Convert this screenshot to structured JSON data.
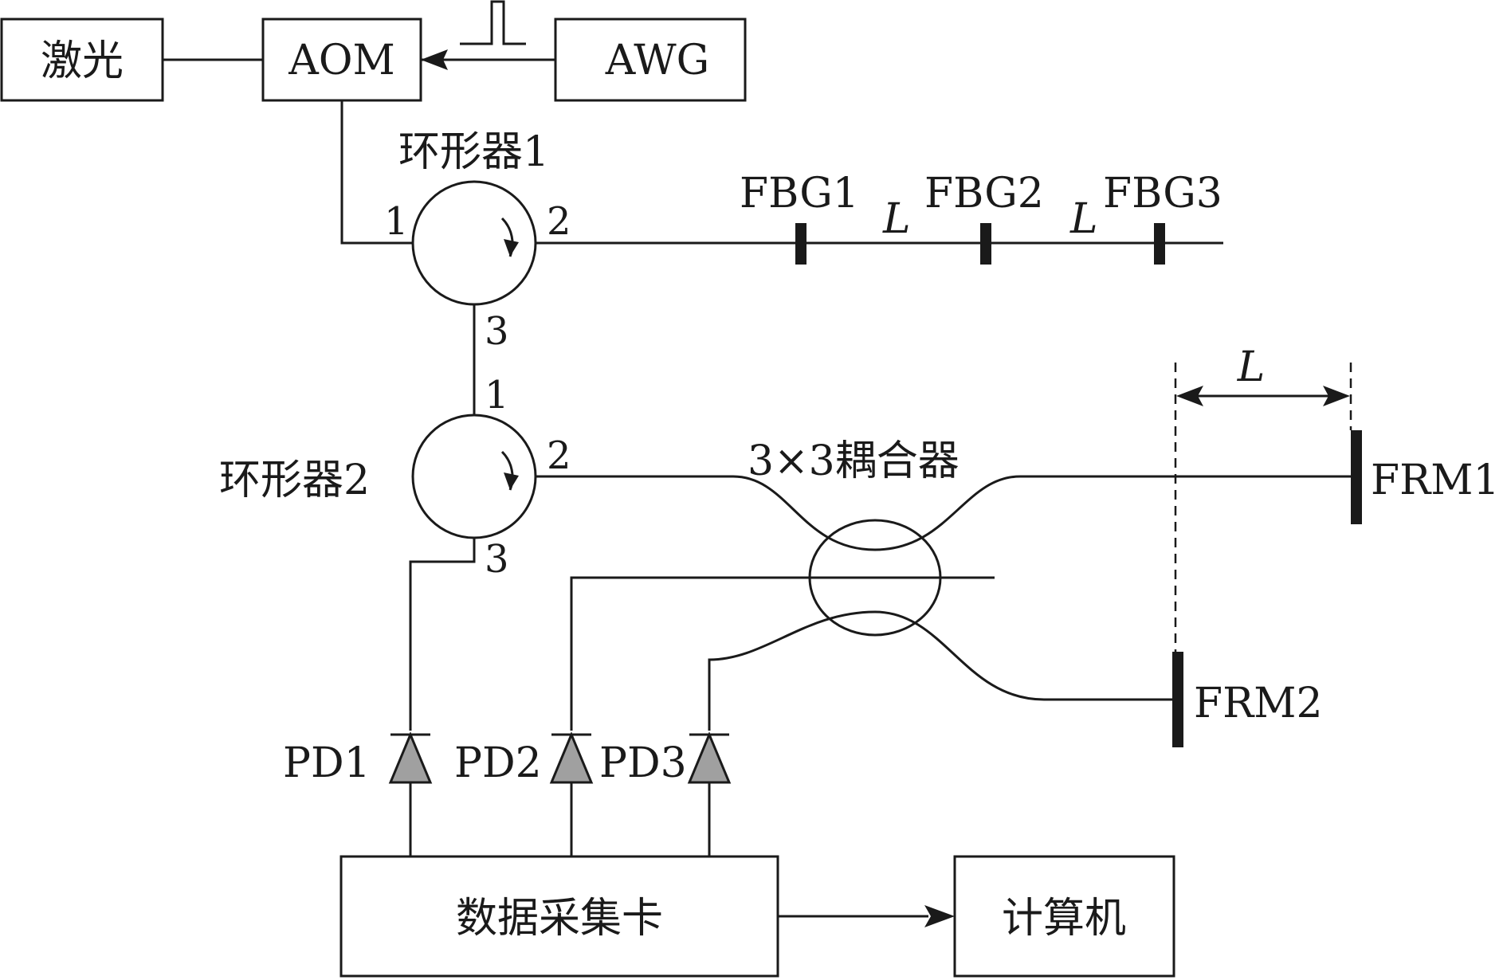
{
  "labels": {
    "laser": "激光",
    "aom": "AOM",
    "awg": "AWG",
    "circ1": "环形器1",
    "circ2": "环形器2",
    "fbg1": "FBG1",
    "fbg2": "FBG2",
    "fbg3": "FBG3",
    "length": "L",
    "coupler": "3×3耦合器",
    "frm1": "FRM1",
    "frm2": "FRM2",
    "pd1": "PD1",
    "pd2": "PD2",
    "pd3": "PD3",
    "daq": "数据采集卡",
    "computer": "计算机"
  },
  "ports": {
    "c1_p1": "1",
    "c1_p2": "2",
    "c1_p3": "3",
    "c2_p1": "1",
    "c2_p2": "2",
    "c2_p3": "3"
  },
  "colors": {
    "stroke": "#1a1a1a",
    "photodiode_fill": "#a0a0a0"
  }
}
